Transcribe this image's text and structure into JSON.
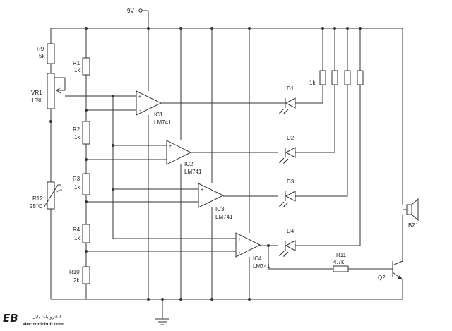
{
  "supply": {
    "label": "9V"
  },
  "resistors": {
    "r9": {
      "name": "R9",
      "value": "5k"
    },
    "vr1": {
      "name": "VR1",
      "value": "16%"
    },
    "r12": {
      "name": "R12",
      "value": "25°C",
      "mark": "-t°"
    },
    "r1": {
      "name": "R1",
      "value": "1k"
    },
    "r2": {
      "name": "R2",
      "value": "1k"
    },
    "r3": {
      "name": "R3",
      "value": "1k"
    },
    "r4": {
      "name": "R4",
      "value": "1k"
    },
    "r10": {
      "name": "R10",
      "value": "2k"
    },
    "r11": {
      "name": "R11",
      "value": "4.7k"
    },
    "led_resistor_value": "1k"
  },
  "opamps": [
    {
      "name": "IC1",
      "part": "LM741"
    },
    {
      "name": "IC2",
      "part": "LM741"
    },
    {
      "name": "IC3",
      "part": "LM741"
    },
    {
      "name": "IC4",
      "part": "LM741"
    }
  ],
  "pins": {
    "plus": "+",
    "minus": "-"
  },
  "leds": [
    "D1",
    "D2",
    "D3",
    "D4"
  ],
  "buzzer": {
    "name": "BZ1"
  },
  "transistor": {
    "name": "Q2"
  },
  "logo": {
    "mark": "EB",
    "arabic": "الكترونيات بابل",
    "site": "electronicbub.com"
  }
}
